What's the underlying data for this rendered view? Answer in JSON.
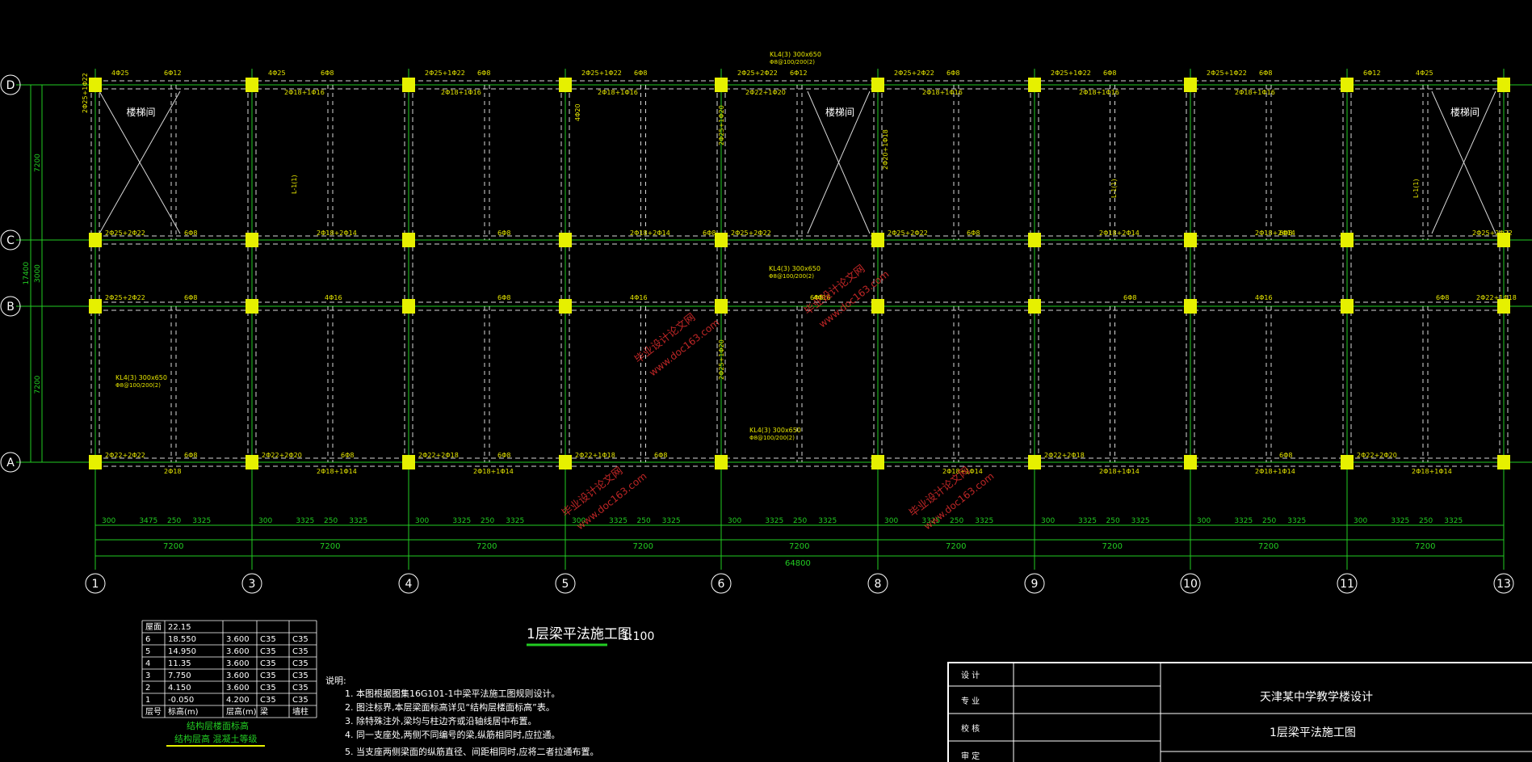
{
  "colors": {
    "background": "#000000",
    "grid_line": "#22cc22",
    "beam_line": "#d9d9d9",
    "column_fill": "#e6f000",
    "annotation": "#e6e600",
    "dimension": "#22cc22",
    "axis_label": "#ffffff",
    "watermark": "#ff3333",
    "table_text": "#ffffff"
  },
  "axes": {
    "columns": [
      "1",
      "3",
      "4",
      "5",
      "6",
      "8",
      "9",
      "10",
      "11",
      "13"
    ],
    "rows": [
      "D",
      "C",
      "B",
      "A"
    ]
  },
  "dimensions": {
    "bays": [
      "7200",
      "7200",
      "7200",
      "7200",
      "7200",
      "7200",
      "7200",
      "7200",
      "7200"
    ],
    "total": "64800",
    "sub_bay_first": [
      "300",
      "3475",
      "250",
      "3325"
    ],
    "sub_bay_typical": [
      "3325",
      "250",
      "3325"
    ],
    "sub_gap": "300",
    "left_spans": [
      "7200",
      "3000",
      "7200"
    ],
    "left_total": "17400"
  },
  "rooms": {
    "stair_label": "楼梯间"
  },
  "beam_labels": {
    "top_edge": [
      "4Φ25",
      "6Φ12",
      "4Φ25",
      "6Φ8",
      "2Φ25+1Φ22",
      "6Φ8",
      "2Φ25+1Φ22",
      "6Φ8",
      "2Φ25+2Φ22",
      "6Φ12",
      "2Φ25+2Φ22",
      "6Φ8",
      "2Φ25+1Φ22",
      "6Φ8",
      "2Φ25+1Φ22",
      "6Φ8",
      "6Φ12",
      "4Φ25"
    ],
    "top_under": [
      "2Φ18+1Φ16",
      "2Φ18+1Φ16",
      "2Φ18+1Φ16",
      "2Φ22+1Φ20",
      "2Φ18+1Φ16",
      "2Φ18+1Φ16",
      "2Φ18+1Φ16"
    ],
    "row_c": [
      "2Φ25+2Φ22",
      "6Φ8",
      "2Φ18+2Φ14",
      "6Φ8",
      "2Φ18+2Φ14",
      "6Φ8",
      "2Φ25+2Φ22",
      "2Φ25+2Φ22",
      "6Φ8",
      "2Φ18+2Φ14",
      "6Φ8",
      "2Φ18+2Φ14",
      "2Φ25+2Φ22"
    ],
    "row_b": [
      "2Φ25+2Φ22",
      "6Φ8",
      "4Φ16",
      "6Φ8",
      "4Φ16",
      "6Φ8",
      "4Φ16",
      "6Φ8",
      "4Φ16",
      "6Φ8",
      "2Φ22+1Φ18"
    ],
    "row_a": [
      "2Φ22+2Φ22",
      "6Φ8",
      "2Φ22+2Φ20",
      "6Φ8",
      "2Φ22+2Φ18",
      "6Φ8",
      "2Φ22+1Φ18",
      "6Φ8",
      "2Φ22+2Φ18",
      "6Φ8",
      "2Φ22+2Φ20"
    ],
    "row_a_under": [
      "2Φ18",
      "2Φ18+1Φ14",
      "2Φ18+1Φ14",
      "2Φ18+1Φ14",
      "2Φ18+1Φ14",
      "2Φ18+1Φ14",
      "2Φ18+1Φ14"
    ],
    "vertical": [
      "2Φ25+1Φ22",
      "2Φ25+1Φ20",
      "4Φ20",
      "2Φ25+1Φ20",
      "2Φ20+1Φ18",
      "L-1(1)",
      "L-1(1)",
      "L-1(1)"
    ],
    "beam_mark": "KL4(3) 300x650",
    "stirrup_mark": "Φ8@100/200(2)"
  },
  "watermark": {
    "line1": "毕业设计论文网",
    "line2": "www.doc163.com"
  },
  "drawing_title": {
    "main": "1层梁平法施工图",
    "scale": "1:100"
  },
  "floor_table": {
    "roof": [
      "屋面",
      "22.15"
    ],
    "rows": [
      [
        "6",
        "18.550",
        "3.600",
        "C35",
        "C35"
      ],
      [
        "5",
        "14.950",
        "3.600",
        "C35",
        "C35"
      ],
      [
        "4",
        "11.35",
        "3.600",
        "C35",
        "C35"
      ],
      [
        "3",
        "7.750",
        "3.600",
        "C35",
        "C35"
      ],
      [
        "2",
        "4.150",
        "3.600",
        "C35",
        "C35"
      ],
      [
        "1",
        "-0.050",
        "4.200",
        "C35",
        "C35"
      ]
    ],
    "header": [
      "层号",
      "标高(m)",
      "层高(m)",
      "梁",
      "墙柱"
    ],
    "caption1": "结构层楼面标高",
    "caption2": "结构层高   混凝土等级"
  },
  "notes": {
    "heading": "说明:",
    "items": [
      "1. 本图根据图集16G101-1中梁平法施工图规则设计。",
      "2. 图注标界,本层梁面标高详见“结构层楼面标高”表。",
      "3. 除特殊注外,梁均与柱边齐或沿轴线居中布置。",
      "4. 同一支座处,两侧不同编号的梁,纵筋相同时,应拉通。",
      "5. 当支座两侧梁面的纵筋直径、间距相同时,应将二者拉通布置。"
    ]
  },
  "title_block": {
    "labels": [
      "设 计",
      "专 业",
      "校 核",
      "审 定"
    ],
    "project": "天津某中学教学楼设计",
    "sheet": "1层梁平法施工图"
  }
}
